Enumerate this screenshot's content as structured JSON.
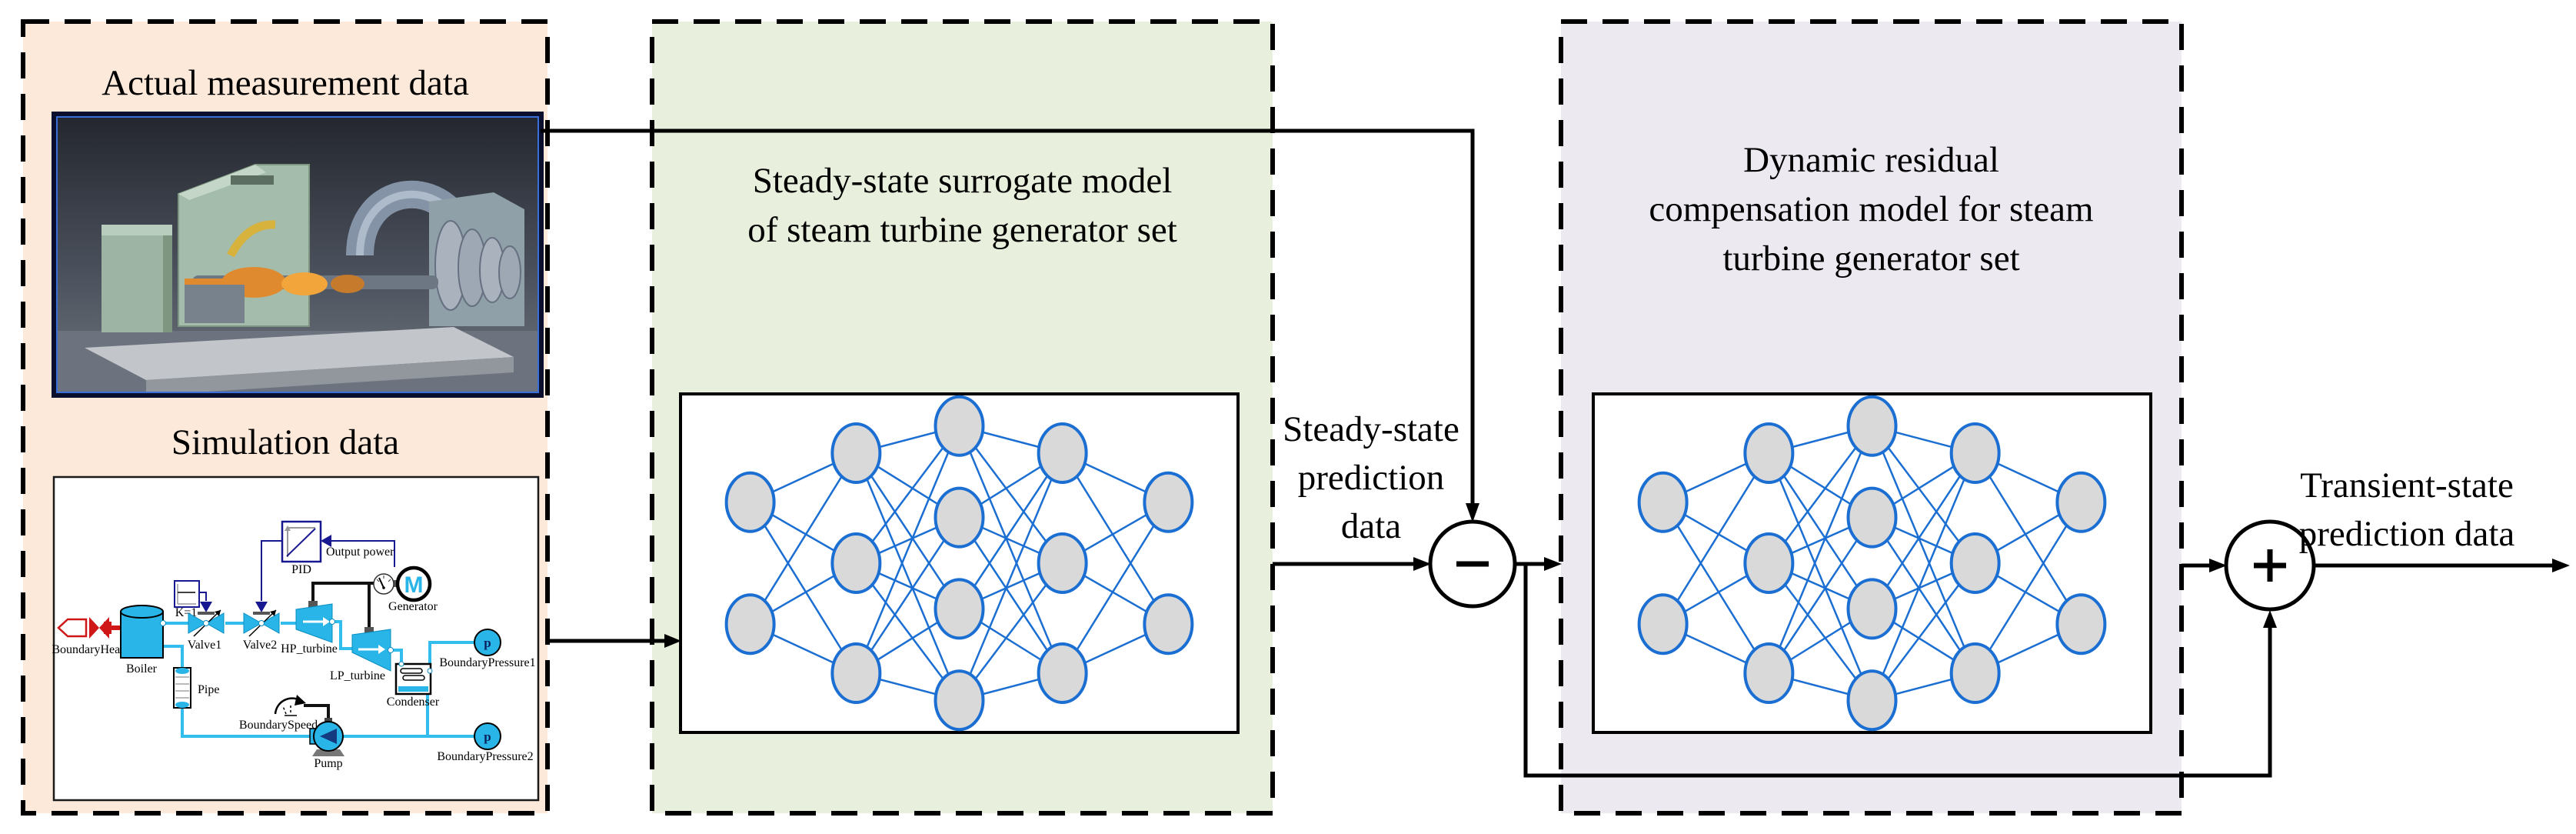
{
  "colors": {
    "panel_measurement": "#fce9d9",
    "panel_surrogate": "#e8efdc",
    "panel_residual": "#ece9f1",
    "nn_node_fill": "#d9d9d9",
    "nn_node_stroke": "#1b6ed2",
    "nn_edge": "#1b6ed2",
    "sim_component_cyan": "#29b5e8",
    "sim_line_cyan": "#33bdee",
    "sim_control_navy": "#181890",
    "sim_heat_red": "#cf1717",
    "flow_line_black": "#000000"
  },
  "panels": {
    "measurement": {
      "title": "Actual measurement data",
      "simulation_title": "Simulation data"
    },
    "surrogate": {
      "title_lines": [
        "Steady-state surrogate model",
        "of steam turbine generator set"
      ]
    },
    "residual": {
      "title_lines": [
        "Dynamic residual",
        "compensation model for steam",
        "turbine generator set"
      ]
    }
  },
  "flow": {
    "steady_label_lines": [
      "Steady-state",
      "prediction",
      "data"
    ],
    "transient_label_lines": [
      "Transient-state",
      "prediction data"
    ],
    "minus_icon": "−",
    "plus_icon": "+"
  },
  "nn": {
    "layers": [
      2,
      3,
      4,
      3,
      2
    ]
  },
  "sim_diagram": {
    "labels": {
      "boundary_heat": "BoundaryHeat",
      "boiler": "Boiler",
      "k1": "K=1",
      "valve1": "Valve1",
      "valve2": "Valve2",
      "pid": "PID",
      "output_power": "Output power",
      "hp_turbine": "HP_turbine",
      "lp_turbine": "LP_turbine",
      "generator": "Generator",
      "generator_m": "M",
      "condenser": "Condenser",
      "pipe": "Pipe",
      "pump": "Pump",
      "boundary_speed": "BoundarySpeed",
      "boundary_pressure1": "BoundaryPressure1",
      "boundary_pressure2": "BoundaryPressure2",
      "pressure_p": "p"
    }
  }
}
